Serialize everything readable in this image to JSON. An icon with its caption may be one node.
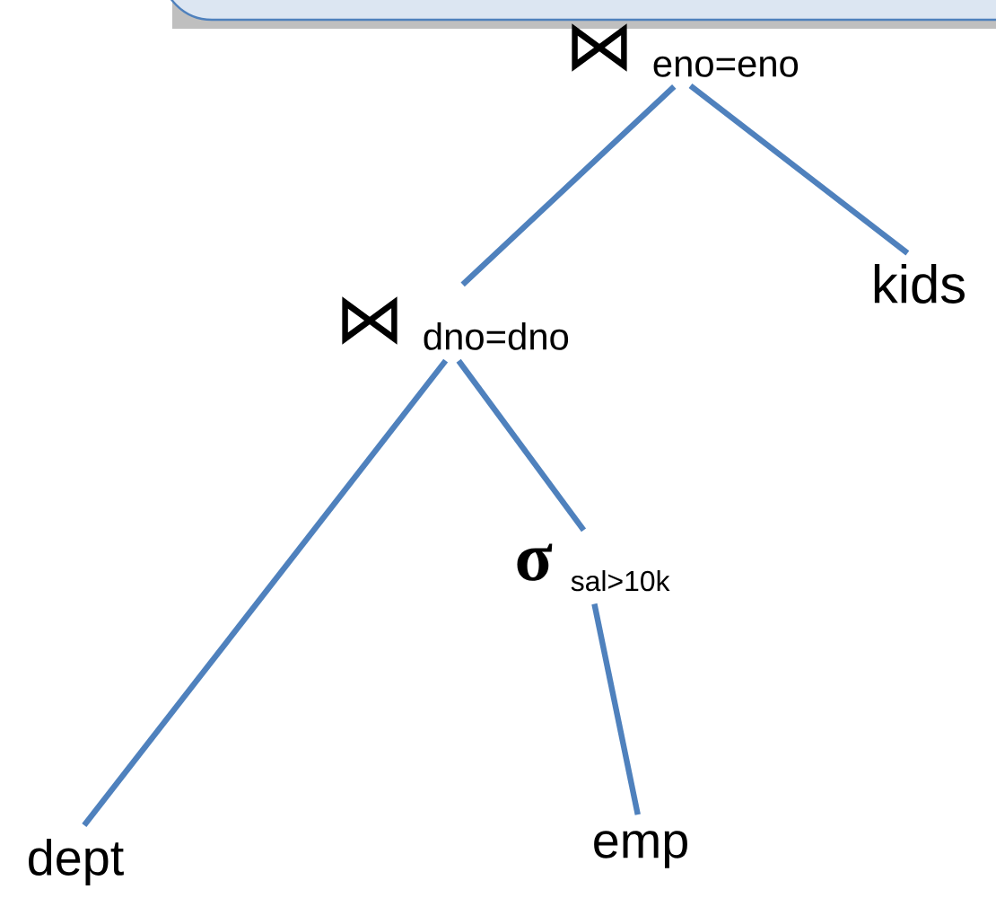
{
  "diagram": {
    "nodes": [
      {
        "text": [
          "⋈",
          "eno=eno"
        ]
      },
      {
        "text": [
          "⋈",
          "dno=dno"
        ]
      },
      {
        "text": [
          "kids"
        ]
      },
      {
        "text": [
          "dept"
        ]
      },
      {
        "text": [
          "σ",
          "sal>10k"
        ]
      },
      {
        "text": [
          "emp"
        ]
      }
    ],
    "edges": [
      {
        "from": 0,
        "to": 1,
        "arrow": "none"
      },
      {
        "from": 0,
        "to": 2,
        "arrow": "none"
      },
      {
        "from": 1,
        "to": 3,
        "arrow": "none"
      },
      {
        "from": 1,
        "to": 4,
        "arrow": "none"
      },
      {
        "from": 4,
        "to": 5,
        "arrow": "none"
      }
    ]
  }
}
